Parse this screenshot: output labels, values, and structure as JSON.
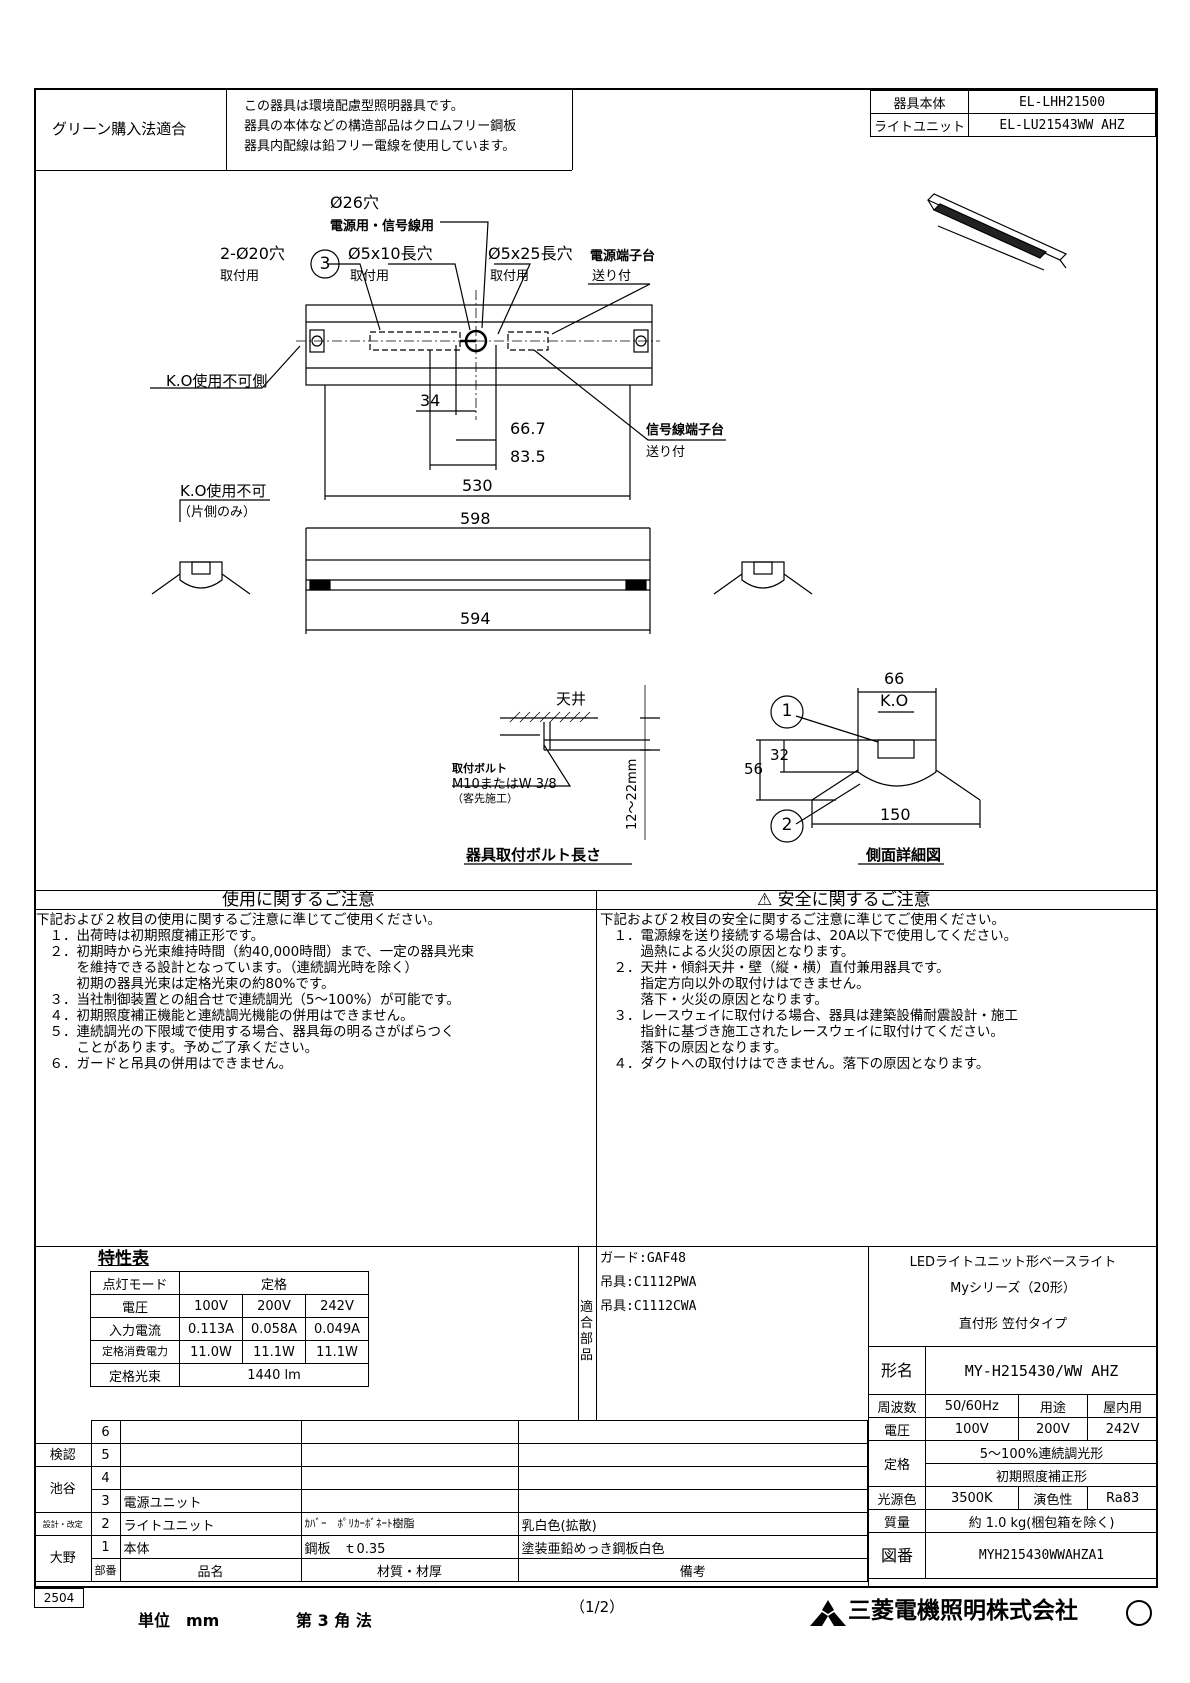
{
  "header": {
    "green_label": "グリーン購入法適合",
    "green_lines": [
      "この器具は環境配慮型照明器具です。",
      "器具の本体などの構造部品はクロムフリー鋼板",
      "器具内配線は鉛フリー電線を使用しています。"
    ],
    "model_rows": [
      {
        "label": "器具本体",
        "value": "EL-LHH21500"
      },
      {
        "label": "ライトユニット",
        "value": "EL-LU21543WW AHZ"
      }
    ]
  },
  "drawing": {
    "hole26": "Ø26穴",
    "hole26_use": "電源用・信号線用",
    "hole20": "2-Ø20穴",
    "hole20_use": "取付用",
    "hole5x10": "Ø5x10長穴",
    "hole5x10_use": "取付用",
    "hole5x25": "Ø5x25長穴",
    "hole5x25_use": "取付用",
    "power_terminal": "電源端子台",
    "power_terminal_sub": "送り付",
    "ko_unusable_side": "K.O使用不可側",
    "signal_terminal": "信号線端子台",
    "signal_terminal_sub": "送り付",
    "ko_unusable": "K.O使用不可",
    "ko_one_side": "（片側のみ）",
    "dim_34": "34",
    "dim_667": "66.7",
    "dim_835": "83.5",
    "dim_530": "530",
    "dim_598": "598",
    "dim_594": "594",
    "circle3": "3",
    "circle1": "1",
    "circle2": "2",
    "ceiling": "天井",
    "bolt_label": "取付ボルト",
    "bolt_spec": "M10またはW 3/8",
    "bolt_note": "（客先施工）",
    "bolt_length": "12～22mm",
    "bolt_caption": "器具取付ボルト長さ",
    "side_caption": "側面詳細図",
    "dim_66": "66",
    "dim_ko": "K.O",
    "dim_32": "32",
    "dim_56": "56",
    "dim_150": "150"
  },
  "usage_notes": {
    "title": "使用に関するご注意",
    "lines": [
      "下記および２枚目の使用に関するご注意に準じてご使用ください。",
      "　１．出荷時は初期照度補正形です。",
      "　２．初期時から光束維持時間（約40,000時間）まで、一定の器具光束",
      "　　　を維持できる設計となっています。（連続調光時を除く）",
      "　　　初期の器具光束は定格光束の約80%です。",
      "　３．当社制御装置との組合せで連続調光（5～100%）が可能です。",
      "　４．初期照度補正機能と連続調光機能の併用はできません。",
      "　５．連続調光の下限域で使用する場合、器具毎の明るさがばらつく",
      "　　　ことがあります。予めご了承ください。",
      "　６．ガードと吊具の併用はできません。"
    ]
  },
  "safety_notes": {
    "title": "⚠ 安全に関するご注意",
    "lines": [
      "下記および２枚目の安全に関するご注意に準じてご使用ください。",
      "　１．電源線を送り接続する場合は、20A以下で使用してください。",
      "　　　過熱による火災の原因となります。",
      "　２．天井・傾斜天井・壁（縦・横）直付兼用器具です。",
      "　　　指定方向以外の取付けはできません。",
      "　　　落下・火災の原因となります。",
      "　３．レースウェイに取付ける場合、器具は建築設備耐震設計・施工",
      "　　　指針に基づき施工されたレースウェイに取付けてください。",
      "　　　落下の原因となります。",
      "　４．ダクトへの取付けはできません。落下の原因となります。"
    ]
  },
  "spec": {
    "title": "特性表",
    "mode_label": "点灯モード",
    "mode_value": "定格",
    "voltage_label": "電圧",
    "voltages": [
      "100V",
      "200V",
      "242V"
    ],
    "current_label": "入力電流",
    "currents": [
      "0.113A",
      "0.058A",
      "0.049A"
    ],
    "power_label": "定格消費電力",
    "powers": [
      "11.0W",
      "11.1W",
      "11.1W"
    ],
    "flux_label": "定格光束",
    "flux_value": "1440 lm"
  },
  "accessories": {
    "label": "適合部品",
    "items": [
      "ガード:GAF48",
      "吊具:C1112PWA",
      "吊具:C1112CWA"
    ]
  },
  "product": {
    "name_lines": [
      "LEDライトユニット形ベースライト",
      "Myシリーズ（20形）",
      "直付形 笠付タイプ"
    ],
    "model_label": "形名",
    "model": "MY-H215430/WW AHZ",
    "freq_label": "周波数",
    "freq": "50/60Hz",
    "use_label": "用途",
    "use": "屋内用",
    "voltage_label": "電圧",
    "voltages": [
      "100V",
      "200V",
      "242V"
    ],
    "rating_label": "定格",
    "rating_lines": [
      "5～100%連続調光形",
      "初期照度補正形"
    ],
    "color_label": "光源色",
    "color": "3500K",
    "cri_label": "演色性",
    "cri": "Ra83",
    "mass_label": "質量",
    "mass": "約 1.0 kg(梱包箱を除く)",
    "drawing_no_label": "図番",
    "drawing_no": "MYH215430WWAHZA1"
  },
  "parts": {
    "rows": [
      {
        "no": "6",
        "name": "",
        "material": "",
        "note": ""
      },
      {
        "no": "5",
        "name": "",
        "material": "",
        "note": ""
      },
      {
        "no": "4",
        "name": "",
        "material": "",
        "note": ""
      },
      {
        "no": "3",
        "name": "電源ユニット",
        "material": "",
        "note": ""
      },
      {
        "no": "2",
        "name": "ライトユニット",
        "material": "ｶﾊﾞｰ　ﾎﾟﾘｶｰﾎﾞﾈｰﾄ樹脂",
        "note": "乳白色(拡散)"
      },
      {
        "no": "1",
        "name": "本体",
        "material": "鋼板　ｔ0.35",
        "note": "塗装亜鉛めっき鋼板白色"
      }
    ],
    "header_no": "部番",
    "header_name": "品名",
    "header_material": "材質・材厚",
    "header_note": "備考"
  },
  "approvals": {
    "check": "検認",
    "ikegaya": "池谷",
    "design": "設計・改定",
    "ono": "大野",
    "code": "2504"
  },
  "footer": {
    "unit": "単位　mm",
    "projection": "第 3 角 法",
    "page": "（1/2）",
    "company": "三菱電機照明株式会社"
  }
}
